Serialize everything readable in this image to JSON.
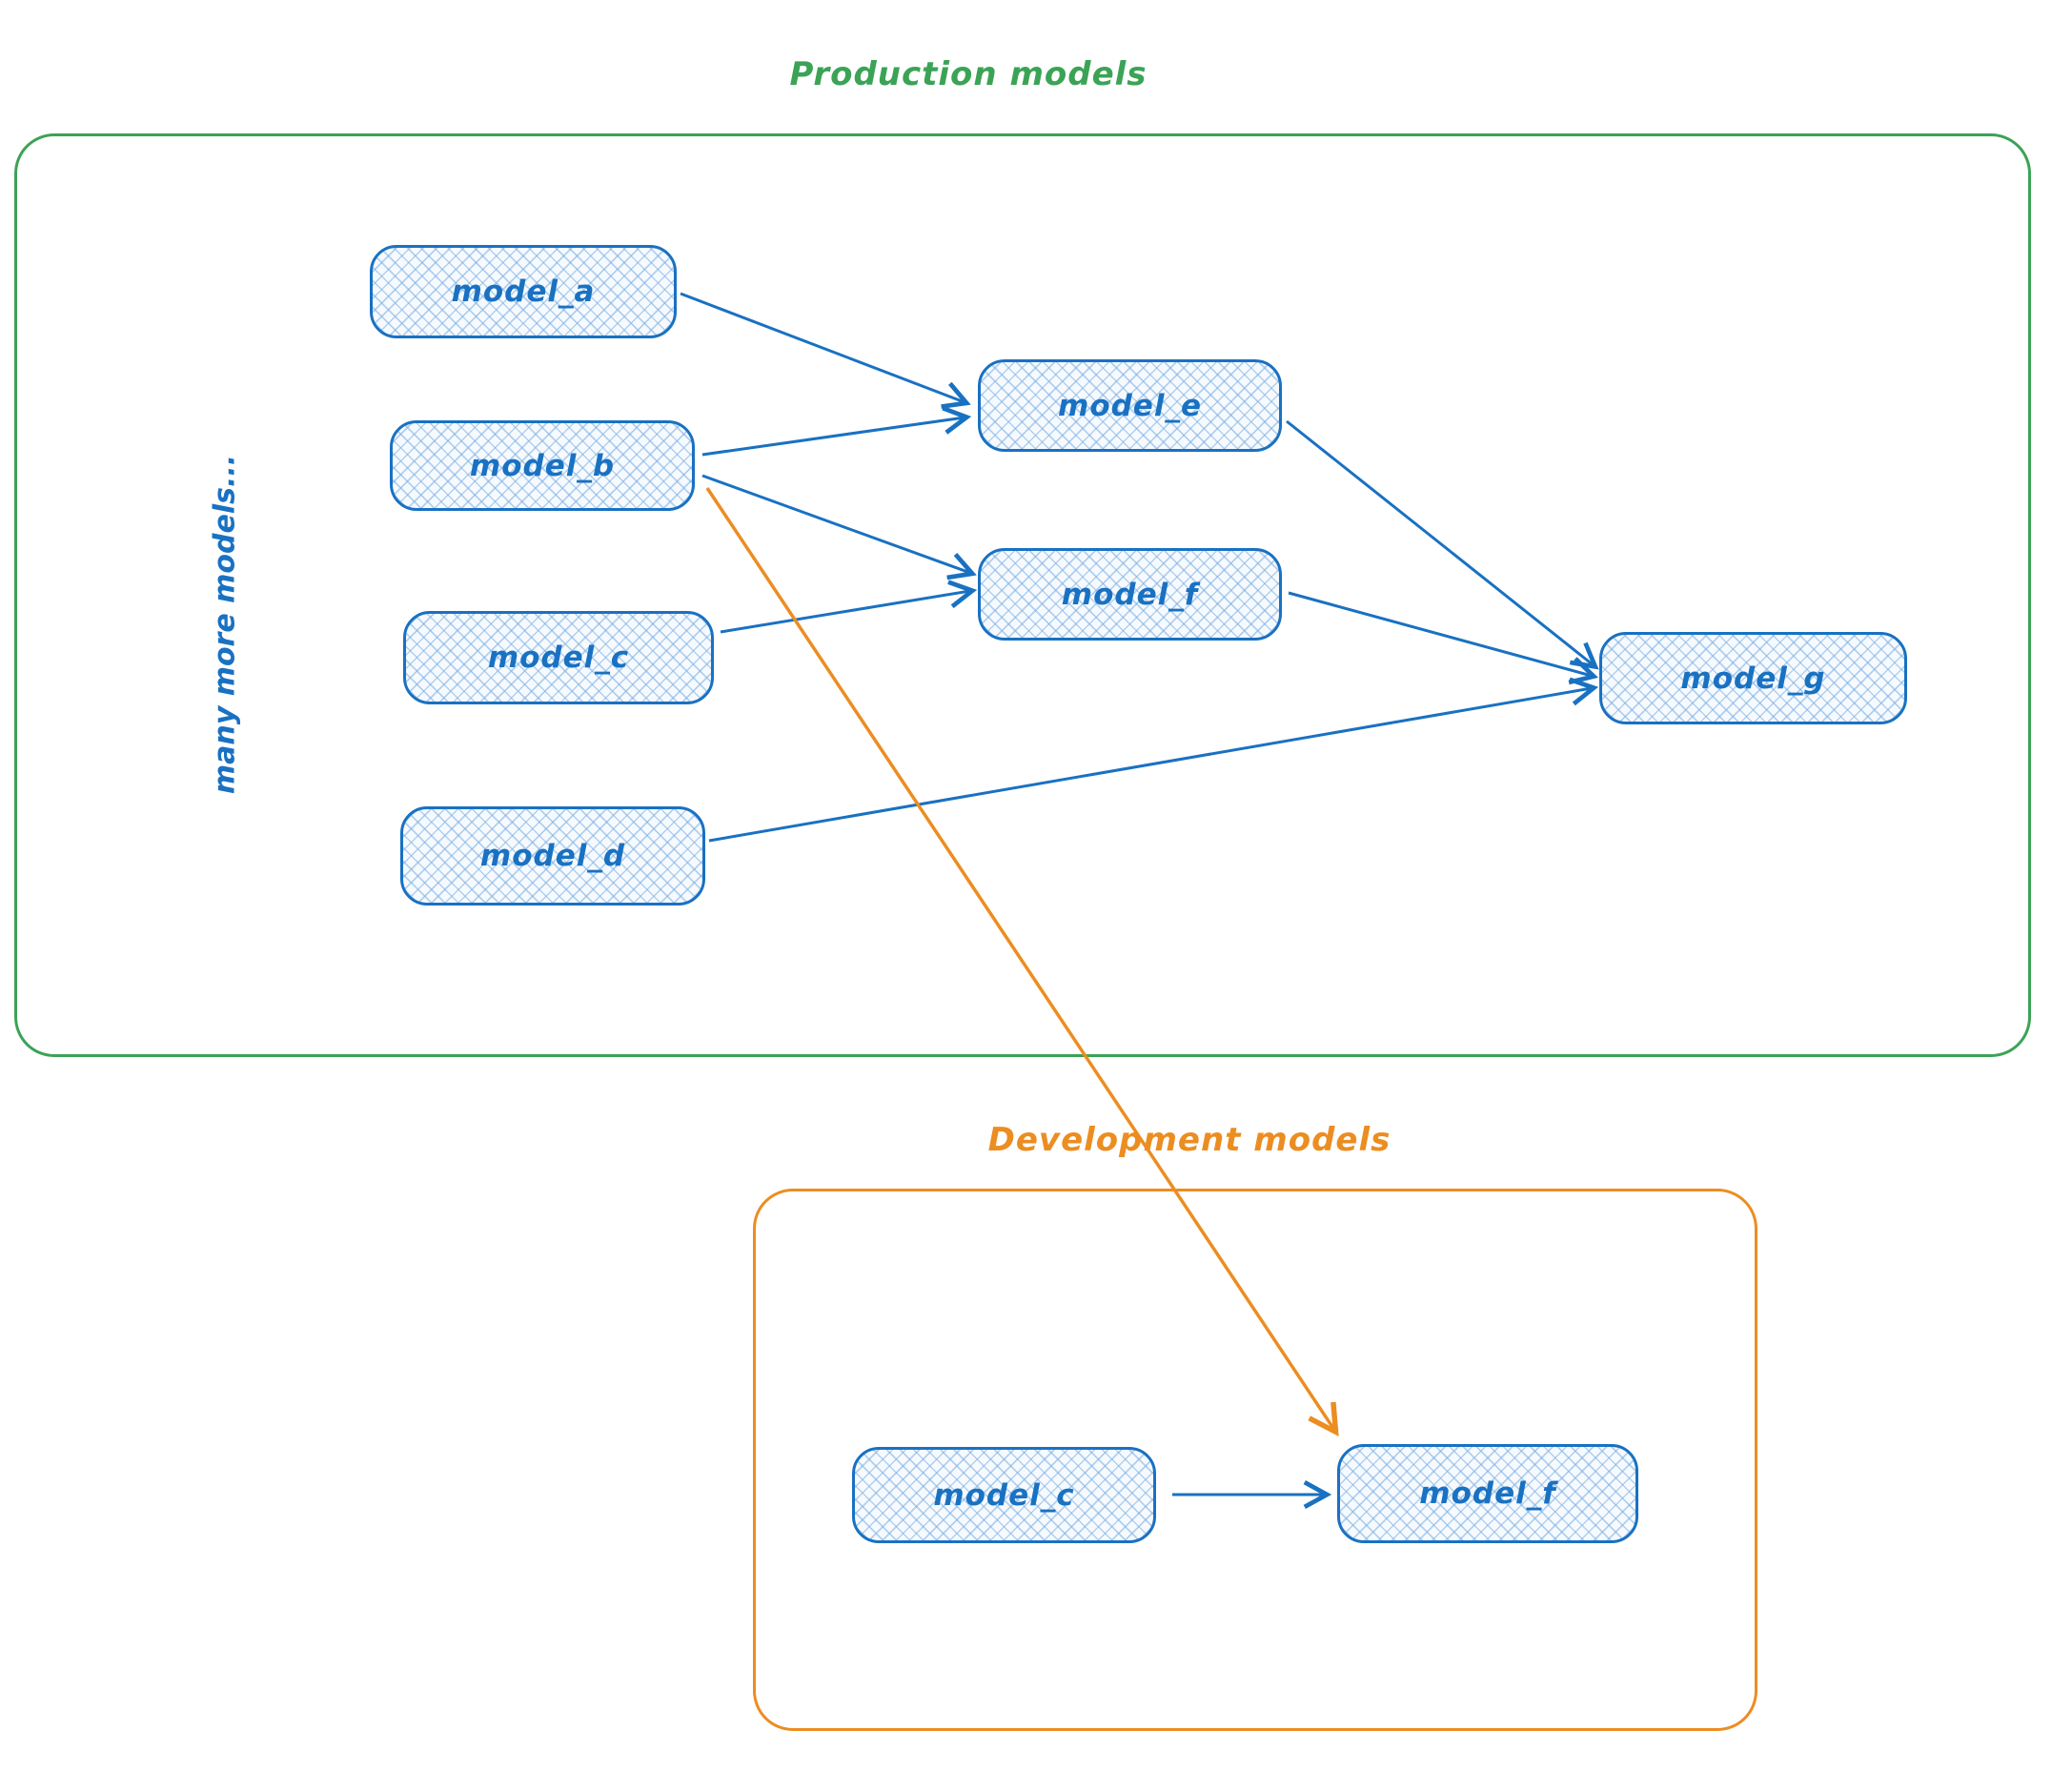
{
  "diagram": {
    "production": {
      "label": "Production models",
      "side_note": "many more models...",
      "nodes": [
        {
          "id": "model_a",
          "label": "model_a"
        },
        {
          "id": "model_b",
          "label": "model_b"
        },
        {
          "id": "model_c",
          "label": "model_c"
        },
        {
          "id": "model_d",
          "label": "model_d"
        },
        {
          "id": "model_e",
          "label": "model_e"
        },
        {
          "id": "model_f",
          "label": "model_f"
        },
        {
          "id": "model_g",
          "label": "model_g"
        }
      ]
    },
    "development": {
      "label": "Development models",
      "nodes": [
        {
          "id": "dev_model_c",
          "label": "model_c"
        },
        {
          "id": "dev_model_f",
          "label": "model_f"
        }
      ]
    },
    "edges": [
      {
        "from": "model_a",
        "to": "model_e",
        "color": "blue"
      },
      {
        "from": "model_b",
        "to": "model_e",
        "color": "blue"
      },
      {
        "from": "model_b",
        "to": "model_f",
        "color": "blue"
      },
      {
        "from": "model_c",
        "to": "model_f",
        "color": "blue"
      },
      {
        "from": "model_e",
        "to": "model_g",
        "color": "blue"
      },
      {
        "from": "model_f",
        "to": "model_g",
        "color": "blue"
      },
      {
        "from": "model_d",
        "to": "model_g",
        "color": "blue"
      },
      {
        "from": "model_b",
        "to": "dev_model_f",
        "color": "orange"
      },
      {
        "from": "dev_model_c",
        "to": "dev_model_f",
        "color": "blue"
      }
    ],
    "colors": {
      "blue": "#1971c2",
      "green": "#3ba355",
      "orange": "#ec8d21",
      "node_fill_light": "#eaf3fc"
    }
  }
}
